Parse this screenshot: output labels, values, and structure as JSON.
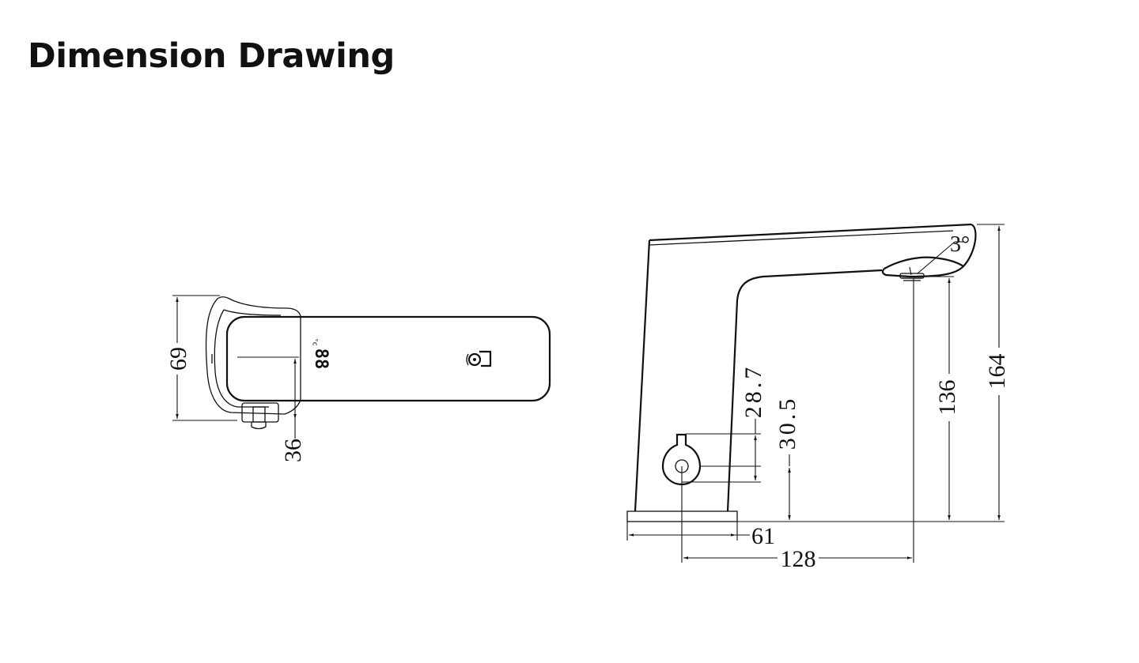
{
  "page": {
    "title": "Dimension Drawing"
  },
  "top_view": {
    "display_digits": "88",
    "display_unit": "°c",
    "dimensions": {
      "height": "69",
      "sensor_offset": "36"
    }
  },
  "side_view": {
    "dimensions": {
      "spout_angle": "3°",
      "total_height": "164",
      "spout_outlet_height": "136",
      "handle_height_upper": "28.7",
      "handle_height_lower": "30.5",
      "base_width": "61",
      "reach": "128"
    }
  },
  "colors": {
    "line": "#111111",
    "background": "#ffffff"
  }
}
